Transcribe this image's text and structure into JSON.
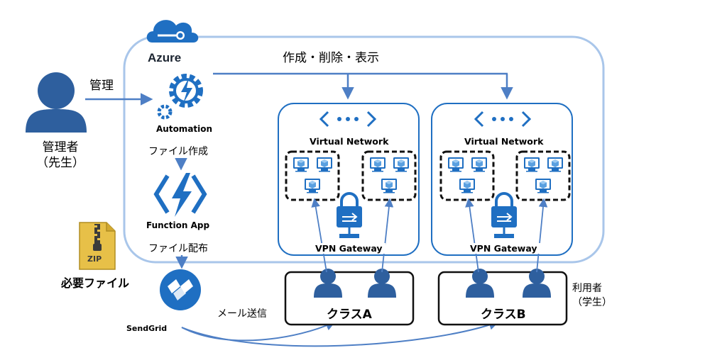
{
  "cloud": {
    "title": "Azure"
  },
  "top_label": "作成・削除・表示",
  "admin": {
    "manage_label": "管理",
    "name_line1": "管理者",
    "name_line2": "（先生）"
  },
  "automation": {
    "label": "Automation",
    "action": "ファイル作成"
  },
  "function_app": {
    "label": "Function App",
    "action": "ファイル配布"
  },
  "zip": {
    "icon_text": "ZIP",
    "label": "必要ファイル"
  },
  "sendgrid": {
    "label": "SendGrid",
    "action": "メール送信"
  },
  "vnets": [
    {
      "title": "Virtual Network",
      "gateway": "VPN Gateway"
    },
    {
      "title": "Virtual Network",
      "gateway": "VPN Gateway"
    }
  ],
  "classes": [
    {
      "label": "クラスA"
    },
    {
      "label": "クラスB"
    }
  ],
  "users": {
    "line1": "利用者",
    "line2": "（学生）"
  },
  "colors": {
    "azure_blue": "#1f6fc2",
    "dark_blue": "#2e5f9e",
    "line_blue": "#4e7fc5",
    "cloud_border": "#a9c6ea"
  }
}
